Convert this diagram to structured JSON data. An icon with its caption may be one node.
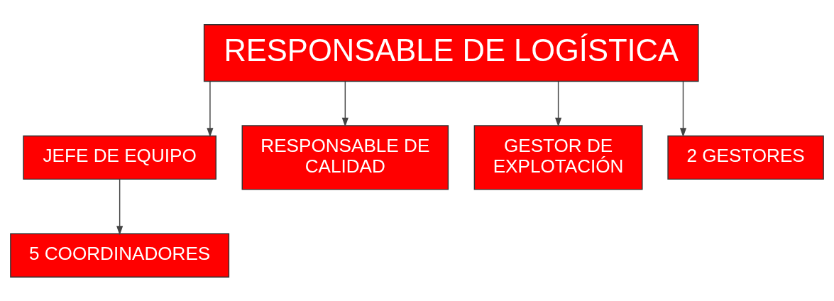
{
  "diagram": {
    "nodes": [
      {
        "text": [
          "RESPONSABLE DE LOGÍSTICA"
        ]
      },
      {
        "text": [
          "JEFE DE EQUIPO"
        ]
      },
      {
        "text": [
          "RESPONSABLE DE CALIDAD"
        ]
      },
      {
        "text": [
          "GESTOR DE EXPLOTACIÓN"
        ]
      },
      {
        "text": [
          "2 GESTORES"
        ]
      },
      {
        "text": [
          "5 COORDINADORES"
        ]
      }
    ],
    "edges": [
      {
        "from": 0,
        "to": 1,
        "arrow": "to"
      },
      {
        "from": 0,
        "to": 2,
        "arrow": "to"
      },
      {
        "from": 0,
        "to": 3,
        "arrow": "to"
      },
      {
        "from": 0,
        "to": 4,
        "arrow": "to"
      },
      {
        "from": 1,
        "to": 5,
        "arrow": "to"
      }
    ]
  }
}
